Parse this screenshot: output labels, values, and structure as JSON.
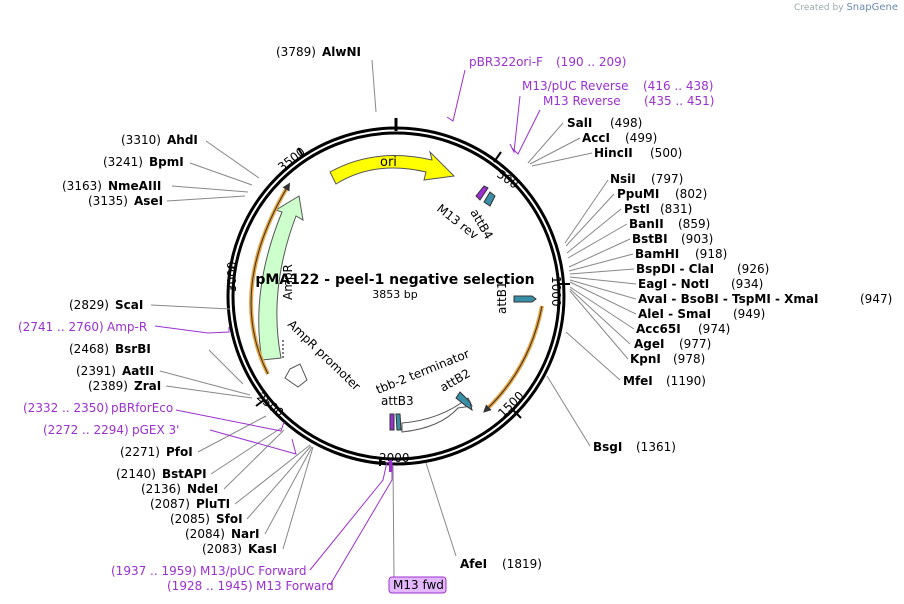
{
  "plasmid": {
    "name": "pMA122 - peel-1 negative selection",
    "length_label": "3853 bp",
    "total_bp": 3853
  },
  "credit": {
    "prefix": "Created by",
    "brand": "SnapGene"
  },
  "colors": {
    "enzyme": "#000000",
    "primer": "#9b30d0",
    "ori": "#ffff00",
    "ampr": "#ccffcc",
    "orange": "#e8a33d",
    "att": "#3a8fa8",
    "primer_box": "#e3b8ff"
  },
  "tick_labels": [
    "500",
    "1000",
    "1500",
    "2000",
    "2500",
    "3000",
    "3500"
  ],
  "features": {
    "ori": "ori",
    "ampr": "AmpR",
    "ampr_promoter": "AmpR promoter",
    "tbb2": "tbb-2 terminator",
    "attB1": "attB1",
    "attB2": "attB2",
    "attB3": "attB3",
    "attB4": "attB4",
    "m13rev": "M13 rev"
  },
  "enzymes": [
    {
      "name": "AlwNI",
      "pos": "(3789)"
    },
    {
      "name": "AhdI",
      "pos": "(3310)"
    },
    {
      "name": "BpmI",
      "pos": "(3241)"
    },
    {
      "name": "NmeAIII",
      "pos": "(3163)"
    },
    {
      "name": "AseI",
      "pos": "(3135)"
    },
    {
      "name": "ScaI",
      "pos": "(2829)"
    },
    {
      "name": "BsrBI",
      "pos": "(2468)"
    },
    {
      "name": "AatII",
      "pos": "(2391)"
    },
    {
      "name": "ZraI",
      "pos": "(2389)"
    },
    {
      "name": "PfoI",
      "pos": "(2271)"
    },
    {
      "name": "BstAPI",
      "pos": "(2140)"
    },
    {
      "name": "NdeI",
      "pos": "(2136)"
    },
    {
      "name": "PluTI",
      "pos": "(2087)"
    },
    {
      "name": "SfoI",
      "pos": "(2085)"
    },
    {
      "name": "NarI",
      "pos": "(2084)"
    },
    {
      "name": "KasI",
      "pos": "(2083)"
    },
    {
      "name": "SalI",
      "pos": "(498)"
    },
    {
      "name": "AccI",
      "pos": "(499)"
    },
    {
      "name": "HincII",
      "pos": "(500)"
    },
    {
      "name": "NsiI",
      "pos": "(797)"
    },
    {
      "name": "PpuMI",
      "pos": "(802)"
    },
    {
      "name": "PstI",
      "pos": "(831)"
    },
    {
      "name": "BanII",
      "pos": "(859)"
    },
    {
      "name": "BstBI",
      "pos": "(903)"
    },
    {
      "name": "BamHI",
      "pos": "(918)"
    },
    {
      "name": "BspDI - ClaI",
      "pos": "(926)"
    },
    {
      "name": "EagI - NotI",
      "pos": "(934)"
    },
    {
      "name": "AvaI - BsoBI - TspMI - XmaI",
      "pos": "(947)"
    },
    {
      "name": "AleI - SmaI",
      "pos": "(949)"
    },
    {
      "name": "Acc65I",
      "pos": "(974)"
    },
    {
      "name": "AgeI",
      "pos": "(977)"
    },
    {
      "name": "KpnI",
      "pos": "(978)"
    },
    {
      "name": "MfeI",
      "pos": "(1190)"
    },
    {
      "name": "BsgI",
      "pos": "(1361)"
    },
    {
      "name": "AfeI",
      "pos": "(1819)"
    }
  ],
  "primers": [
    {
      "name": "pBR322ori-F",
      "pos": "(190 .. 209)"
    },
    {
      "name": "M13/pUC Reverse",
      "pos": "(416 .. 438)"
    },
    {
      "name": "M13 Reverse",
      "pos": "(435 .. 451)"
    },
    {
      "name": "Amp-R",
      "pos": "(2741 .. 2760)"
    },
    {
      "name": "pBRforEco",
      "pos": "(2332 .. 2350)"
    },
    {
      "name": "pGEX 3'",
      "pos": "(2272 .. 2294)"
    },
    {
      "name": "M13/pUC Forward",
      "pos": "(1937 .. 1959)"
    },
    {
      "name": "M13 Forward",
      "pos": "(1928 .. 1945)"
    }
  ],
  "m13fwd_box": "M13 fwd"
}
